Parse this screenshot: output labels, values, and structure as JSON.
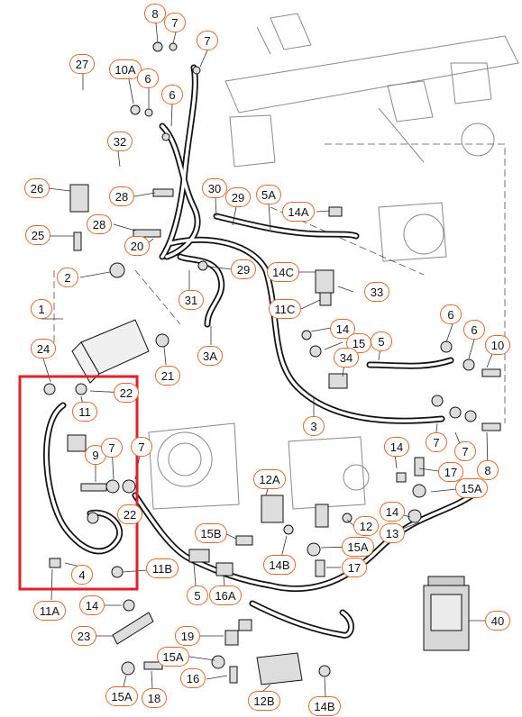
{
  "diagram": {
    "highlight_color": "#e0202a",
    "callout_color": "#e3692b",
    "line_color": "#111111",
    "ghost_color": "#8a8a8a",
    "callouts": [
      {
        "id": "c8a",
        "label": "8"
      },
      {
        "id": "c7a",
        "label": "7"
      },
      {
        "id": "c7b",
        "label": "7"
      },
      {
        "id": "c27",
        "label": "27"
      },
      {
        "id": "c10A",
        "label": "10A"
      },
      {
        "id": "c6a",
        "label": "6"
      },
      {
        "id": "c6b",
        "label": "6"
      },
      {
        "id": "c32",
        "label": "32"
      },
      {
        "id": "c26",
        "label": "26"
      },
      {
        "id": "c28a",
        "label": "28"
      },
      {
        "id": "c30",
        "label": "30"
      },
      {
        "id": "c29a",
        "label": "29"
      },
      {
        "id": "c5A",
        "label": "5A"
      },
      {
        "id": "c14A",
        "label": "14A"
      },
      {
        "id": "c25",
        "label": "25"
      },
      {
        "id": "c28b",
        "label": "28"
      },
      {
        "id": "c20",
        "label": "20"
      },
      {
        "id": "c29b",
        "label": "29"
      },
      {
        "id": "c14C",
        "label": "14C"
      },
      {
        "id": "c2",
        "label": "2"
      },
      {
        "id": "c33",
        "label": "33"
      },
      {
        "id": "c31",
        "label": "31"
      },
      {
        "id": "c11C",
        "label": "11C"
      },
      {
        "id": "c1",
        "label": "1"
      },
      {
        "id": "c14a",
        "label": "14"
      },
      {
        "id": "c6c",
        "label": "6"
      },
      {
        "id": "c3A",
        "label": "3A"
      },
      {
        "id": "c5a",
        "label": "5"
      },
      {
        "id": "c15a",
        "label": "15"
      },
      {
        "id": "c6d",
        "label": "6"
      },
      {
        "id": "c10",
        "label": "10"
      },
      {
        "id": "c24",
        "label": "24"
      },
      {
        "id": "c21",
        "label": "21"
      },
      {
        "id": "c34",
        "label": "34"
      },
      {
        "id": "c22a",
        "label": "22"
      },
      {
        "id": "c11",
        "label": "11"
      },
      {
        "id": "c3",
        "label": "3"
      },
      {
        "id": "c7c",
        "label": "7"
      },
      {
        "id": "c7d",
        "label": "7"
      },
      {
        "id": "c8b",
        "label": "8"
      },
      {
        "id": "c9",
        "label": "9"
      },
      {
        "id": "c7e",
        "label": "7"
      },
      {
        "id": "c7f",
        "label": "7"
      },
      {
        "id": "c14b",
        "label": "14"
      },
      {
        "id": "c17a",
        "label": "17"
      },
      {
        "id": "c12A",
        "label": "12A"
      },
      {
        "id": "c15Aa",
        "label": "15A"
      },
      {
        "id": "c22b",
        "label": "22"
      },
      {
        "id": "c14c",
        "label": "14"
      },
      {
        "id": "c12",
        "label": "12"
      },
      {
        "id": "c13",
        "label": "13"
      },
      {
        "id": "c15B",
        "label": "15B"
      },
      {
        "id": "c15Ab",
        "label": "15A"
      },
      {
        "id": "c14B",
        "label": "14B"
      },
      {
        "id": "c17b",
        "label": "17"
      },
      {
        "id": "c4",
        "label": "4"
      },
      {
        "id": "c11B",
        "label": "11B"
      },
      {
        "id": "c5b",
        "label": "5"
      },
      {
        "id": "c16A",
        "label": "16A"
      },
      {
        "id": "c11A",
        "label": "11A"
      },
      {
        "id": "c14d",
        "label": "14"
      },
      {
        "id": "c40",
        "label": "40"
      },
      {
        "id": "c23",
        "label": "23"
      },
      {
        "id": "c19",
        "label": "19"
      },
      {
        "id": "c15Ac",
        "label": "15A"
      },
      {
        "id": "c16",
        "label": "16"
      },
      {
        "id": "c15Ad",
        "label": "15A"
      },
      {
        "id": "c18",
        "label": "18"
      },
      {
        "id": "c12B",
        "label": "12B"
      },
      {
        "id": "c14Bb",
        "label": "14B"
      }
    ]
  }
}
